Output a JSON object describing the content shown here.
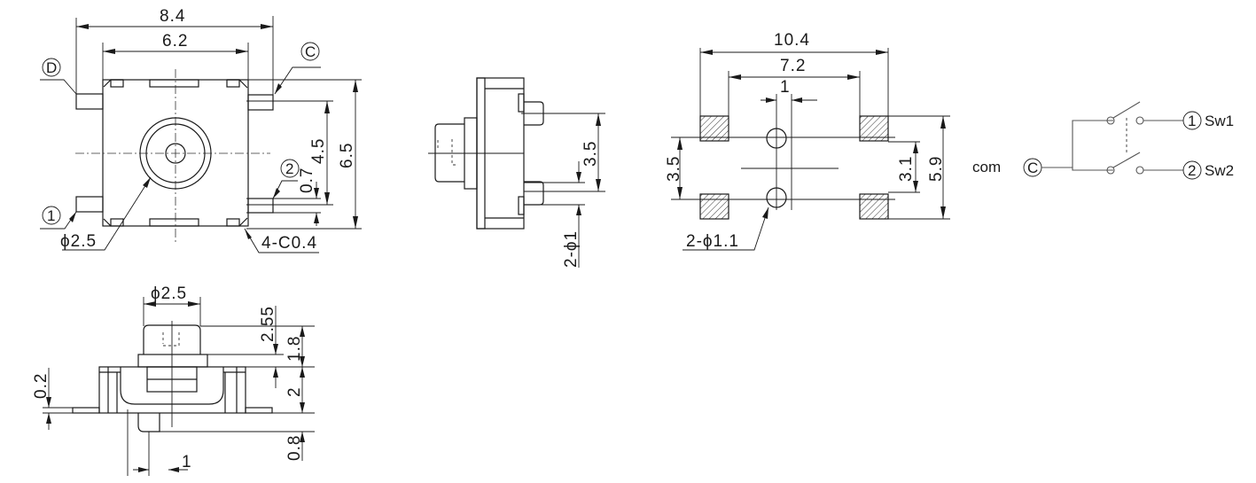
{
  "drawing": {
    "top_view": {
      "width_overall": "8.4",
      "width_body": "6.2",
      "height_overall": "6.5",
      "pin_spacing": "4.5",
      "pin_width": "0.7",
      "chamfer": "4-C0.4",
      "actuator_diameter": "ϕ2.5",
      "pin_labels": {
        "d": "D",
        "c": "C",
        "one": "1",
        "two": "2"
      }
    },
    "side_view": {
      "pin_pitch": "3.5",
      "pin_diameter": "2-ϕ1"
    },
    "pcb_footprint": {
      "width_overall": "10.4",
      "width_inner": "7.2",
      "hole_offset": "1",
      "pad_spacing_left": "3.5",
      "pad_inner": "3.1",
      "pad_overall": "5.9",
      "hole_diameter": "2-ϕ1.1"
    },
    "schematic": {
      "common_label": "com",
      "common_pin": "C",
      "sw1_pin": "1",
      "sw1_label": "Sw1",
      "sw2_pin": "2",
      "sw2_label": "Sw2"
    },
    "front_view": {
      "actuator_diameter": "ϕ2.5",
      "actuator_height": "2.55",
      "cap_height": "1.8",
      "body_height": "2",
      "terminal_thickness": "0.2",
      "peg_height": "0.8",
      "peg_width": "1"
    }
  }
}
